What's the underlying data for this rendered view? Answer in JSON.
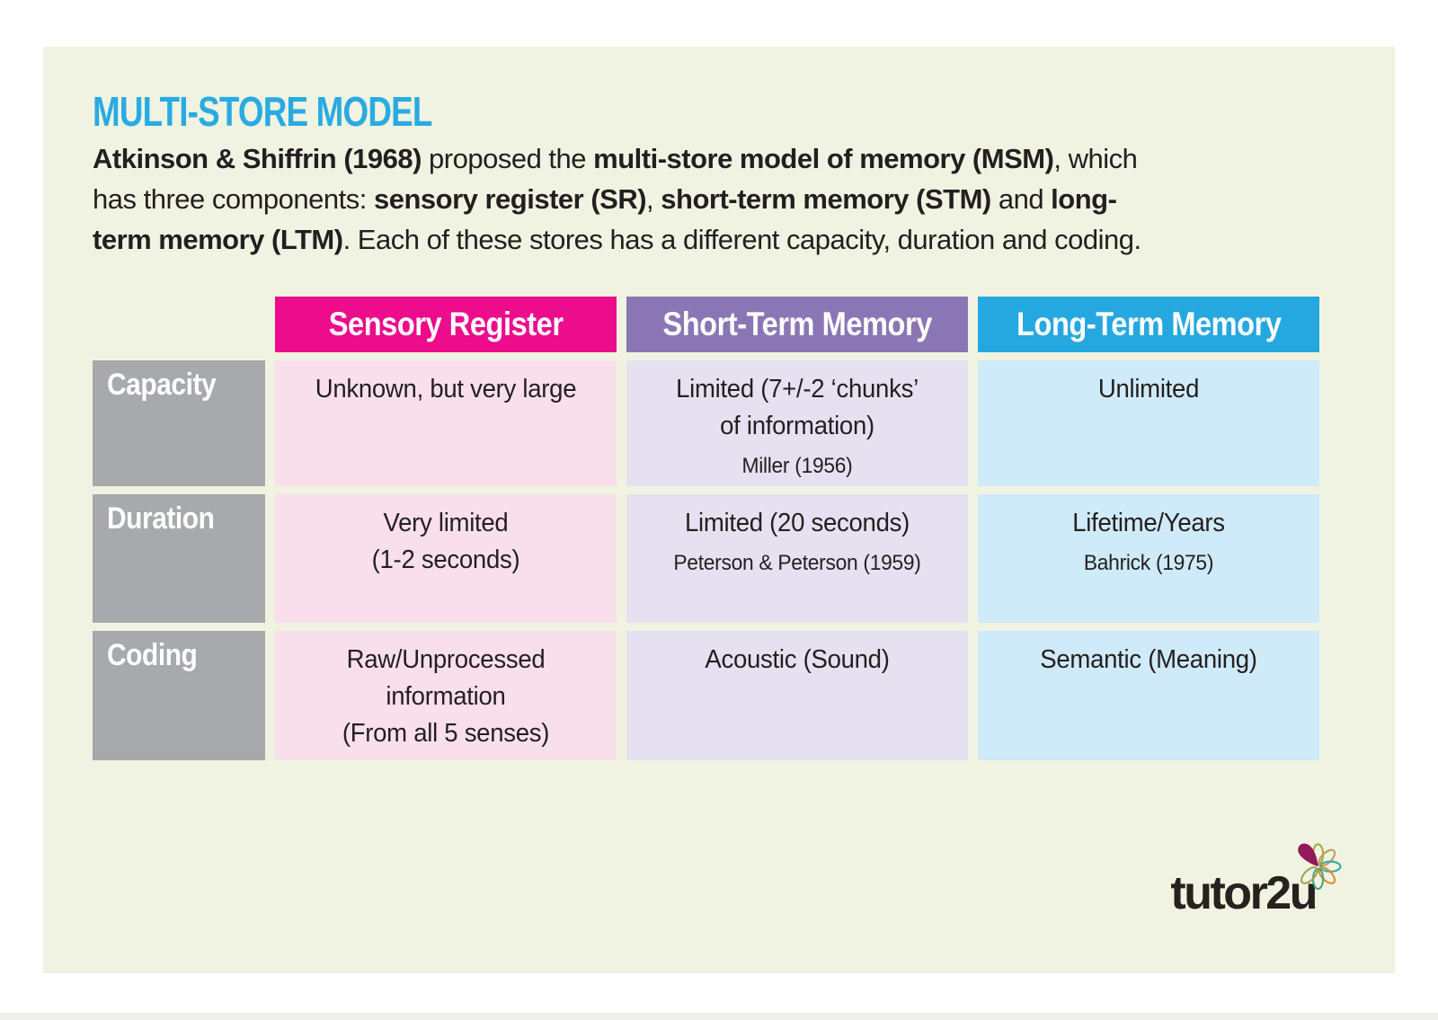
{
  "page": {
    "title": "MULTI-STORE MODEL",
    "intro_segments": [
      {
        "bold": true,
        "text": "Atkinson & Shiffrin (1968)"
      },
      {
        "bold": false,
        "text": " proposed the "
      },
      {
        "bold": true,
        "text": "multi-store model of memory (MSM)"
      },
      {
        "bold": false,
        "text": ", which\nhas three components: "
      },
      {
        "bold": true,
        "text": "sensory register (SR)"
      },
      {
        "bold": false,
        "text": ", "
      },
      {
        "bold": true,
        "text": "short-term memory (STM)"
      },
      {
        "bold": false,
        "text": " and "
      },
      {
        "bold": true,
        "text": "long-\nterm memory (LTM)"
      },
      {
        "bold": false,
        "text": ". Each of these stores has a different capacity, duration and coding."
      }
    ],
    "table": {
      "columns": [
        {
          "label": "Sensory Register",
          "header_bg": "#EC0C8C",
          "cell_bg": "#F9DFEC"
        },
        {
          "label": "Short-Term Memory",
          "header_bg": "#8A76B5",
          "cell_bg": "#E5E1F0"
        },
        {
          "label": "Long-Term Memory",
          "header_bg": "#25A8E0",
          "cell_bg": "#CFEAF8"
        }
      ],
      "rows": [
        {
          "label": "Capacity",
          "cells": [
            {
              "main": "Unknown, but very large"
            },
            {
              "main": "Limited (7+/-2 ‘chunks’\nof information)",
              "citation": "Miller (1956)"
            },
            {
              "main": "Unlimited"
            }
          ]
        },
        {
          "label": "Duration",
          "cells": [
            {
              "main": "Very limited\n(1-2 seconds)"
            },
            {
              "main": "Limited (20 seconds)",
              "citation": "Peterson & Peterson (1959)"
            },
            {
              "main": "Lifetime/Years",
              "citation": "Bahrick (1975)"
            }
          ]
        },
        {
          "label": "Coding",
          "cells": [
            {
              "main": "Raw/Unprocessed\ninformation\n(From all 5 senses)"
            },
            {
              "main": "Acoustic (Sound)"
            },
            {
              "main": "Semantic (Meaning)"
            }
          ]
        }
      ]
    },
    "logo": {
      "text": "tutor2u"
    },
    "colors": {
      "accent_cyan": "#29ABE2",
      "header_pink": "#EC0C8C",
      "header_purple": "#8A76B5",
      "header_blue": "#25A8E0",
      "label_gray": "#A7A9AC",
      "panel_bg": "#F0F3E1",
      "body_text": "#231F20",
      "flower_fill": "#93195A"
    }
  }
}
